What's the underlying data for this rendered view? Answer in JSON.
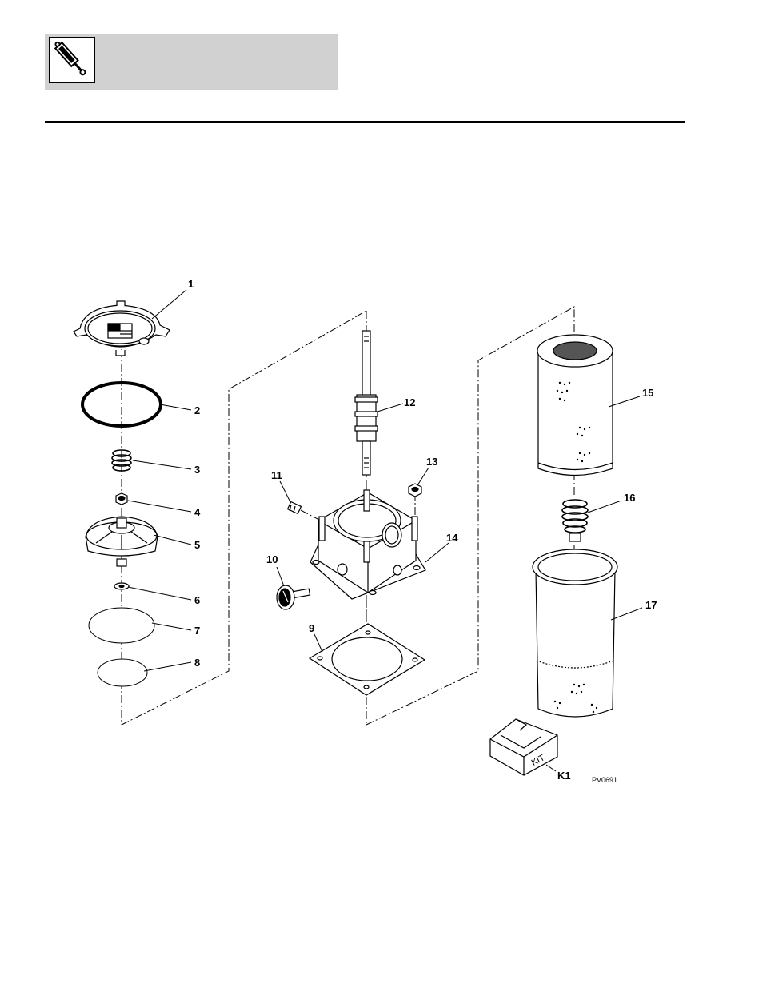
{
  "header": {
    "icon": "hydraulic-cylinder-icon"
  },
  "diagram": {
    "callouts": [
      "1",
      "2",
      "3",
      "4",
      "5",
      "6",
      "7",
      "8",
      "9",
      "10",
      "11",
      "12",
      "13",
      "14",
      "15",
      "16",
      "17"
    ],
    "kit_label": "K1",
    "kit_box_text": "KIT",
    "figure_id": "PV0691"
  }
}
